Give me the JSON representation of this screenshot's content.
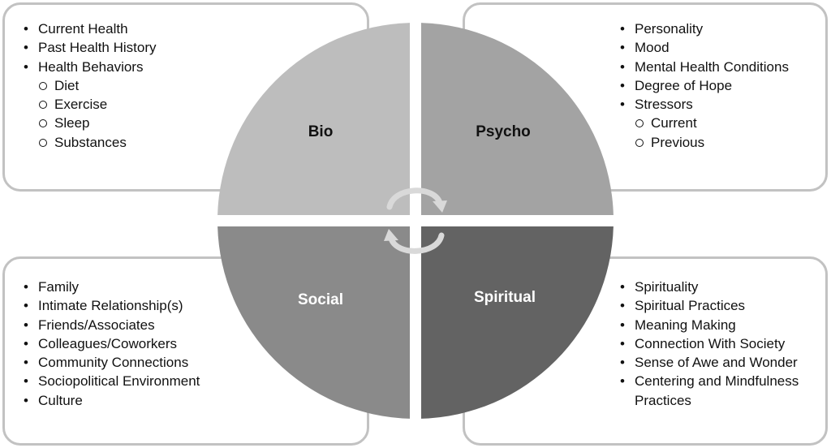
{
  "quadrants": {
    "bio": {
      "label": "Bio",
      "items": [
        {
          "text": "Current Health",
          "level": 1
        },
        {
          "text": "Past Health History",
          "level": 1
        },
        {
          "text": "Health Behaviors",
          "level": 1
        },
        {
          "text": "Diet",
          "level": 2
        },
        {
          "text": "Exercise",
          "level": 2
        },
        {
          "text": "Sleep",
          "level": 2
        },
        {
          "text": "Substances",
          "level": 2
        }
      ]
    },
    "psycho": {
      "label": "Psycho",
      "items": [
        {
          "text": "Personality",
          "level": 1
        },
        {
          "text": "Mood",
          "level": 1
        },
        {
          "text": "Mental Health Conditions",
          "level": 1
        },
        {
          "text": "Degree of Hope",
          "level": 1
        },
        {
          "text": "Stressors",
          "level": 1
        },
        {
          "text": "Current",
          "level": 2
        },
        {
          "text": "Previous",
          "level": 2
        }
      ]
    },
    "social": {
      "label": "Social",
      "items": [
        {
          "text": "Family",
          "level": 1
        },
        {
          "text": "Intimate Relationship(s)",
          "level": 1
        },
        {
          "text": "Friends/Associates",
          "level": 1
        },
        {
          "text": "Colleagues/Coworkers",
          "level": 1
        },
        {
          "text": "Community Connections",
          "level": 1
        },
        {
          "text": "Sociopolitical Environment",
          "level": 1
        },
        {
          "text": "Culture",
          "level": 1
        }
      ]
    },
    "spiritual": {
      "label": "Spiritual",
      "items": [
        {
          "text": "Spirituality",
          "level": 1
        },
        {
          "text": "Spiritual Practices",
          "level": 1
        },
        {
          "text": "Meaning Making",
          "level": 1
        },
        {
          "text": "Connection With Society",
          "level": 1
        },
        {
          "text": "Sense of Awe and Wonder",
          "level": 1
        },
        {
          "text": "Centering and Mindfulness Practices",
          "level": 1
        }
      ]
    }
  },
  "colors": {
    "bio": "#bdbdbd",
    "psycho": "#a3a3a3",
    "social": "#8a8a8a",
    "spiritual": "#636363",
    "box_border": "#c2c2c2",
    "arrow": "#d9d9d9"
  },
  "icons": [
    "cycle-arrows-icon"
  ]
}
